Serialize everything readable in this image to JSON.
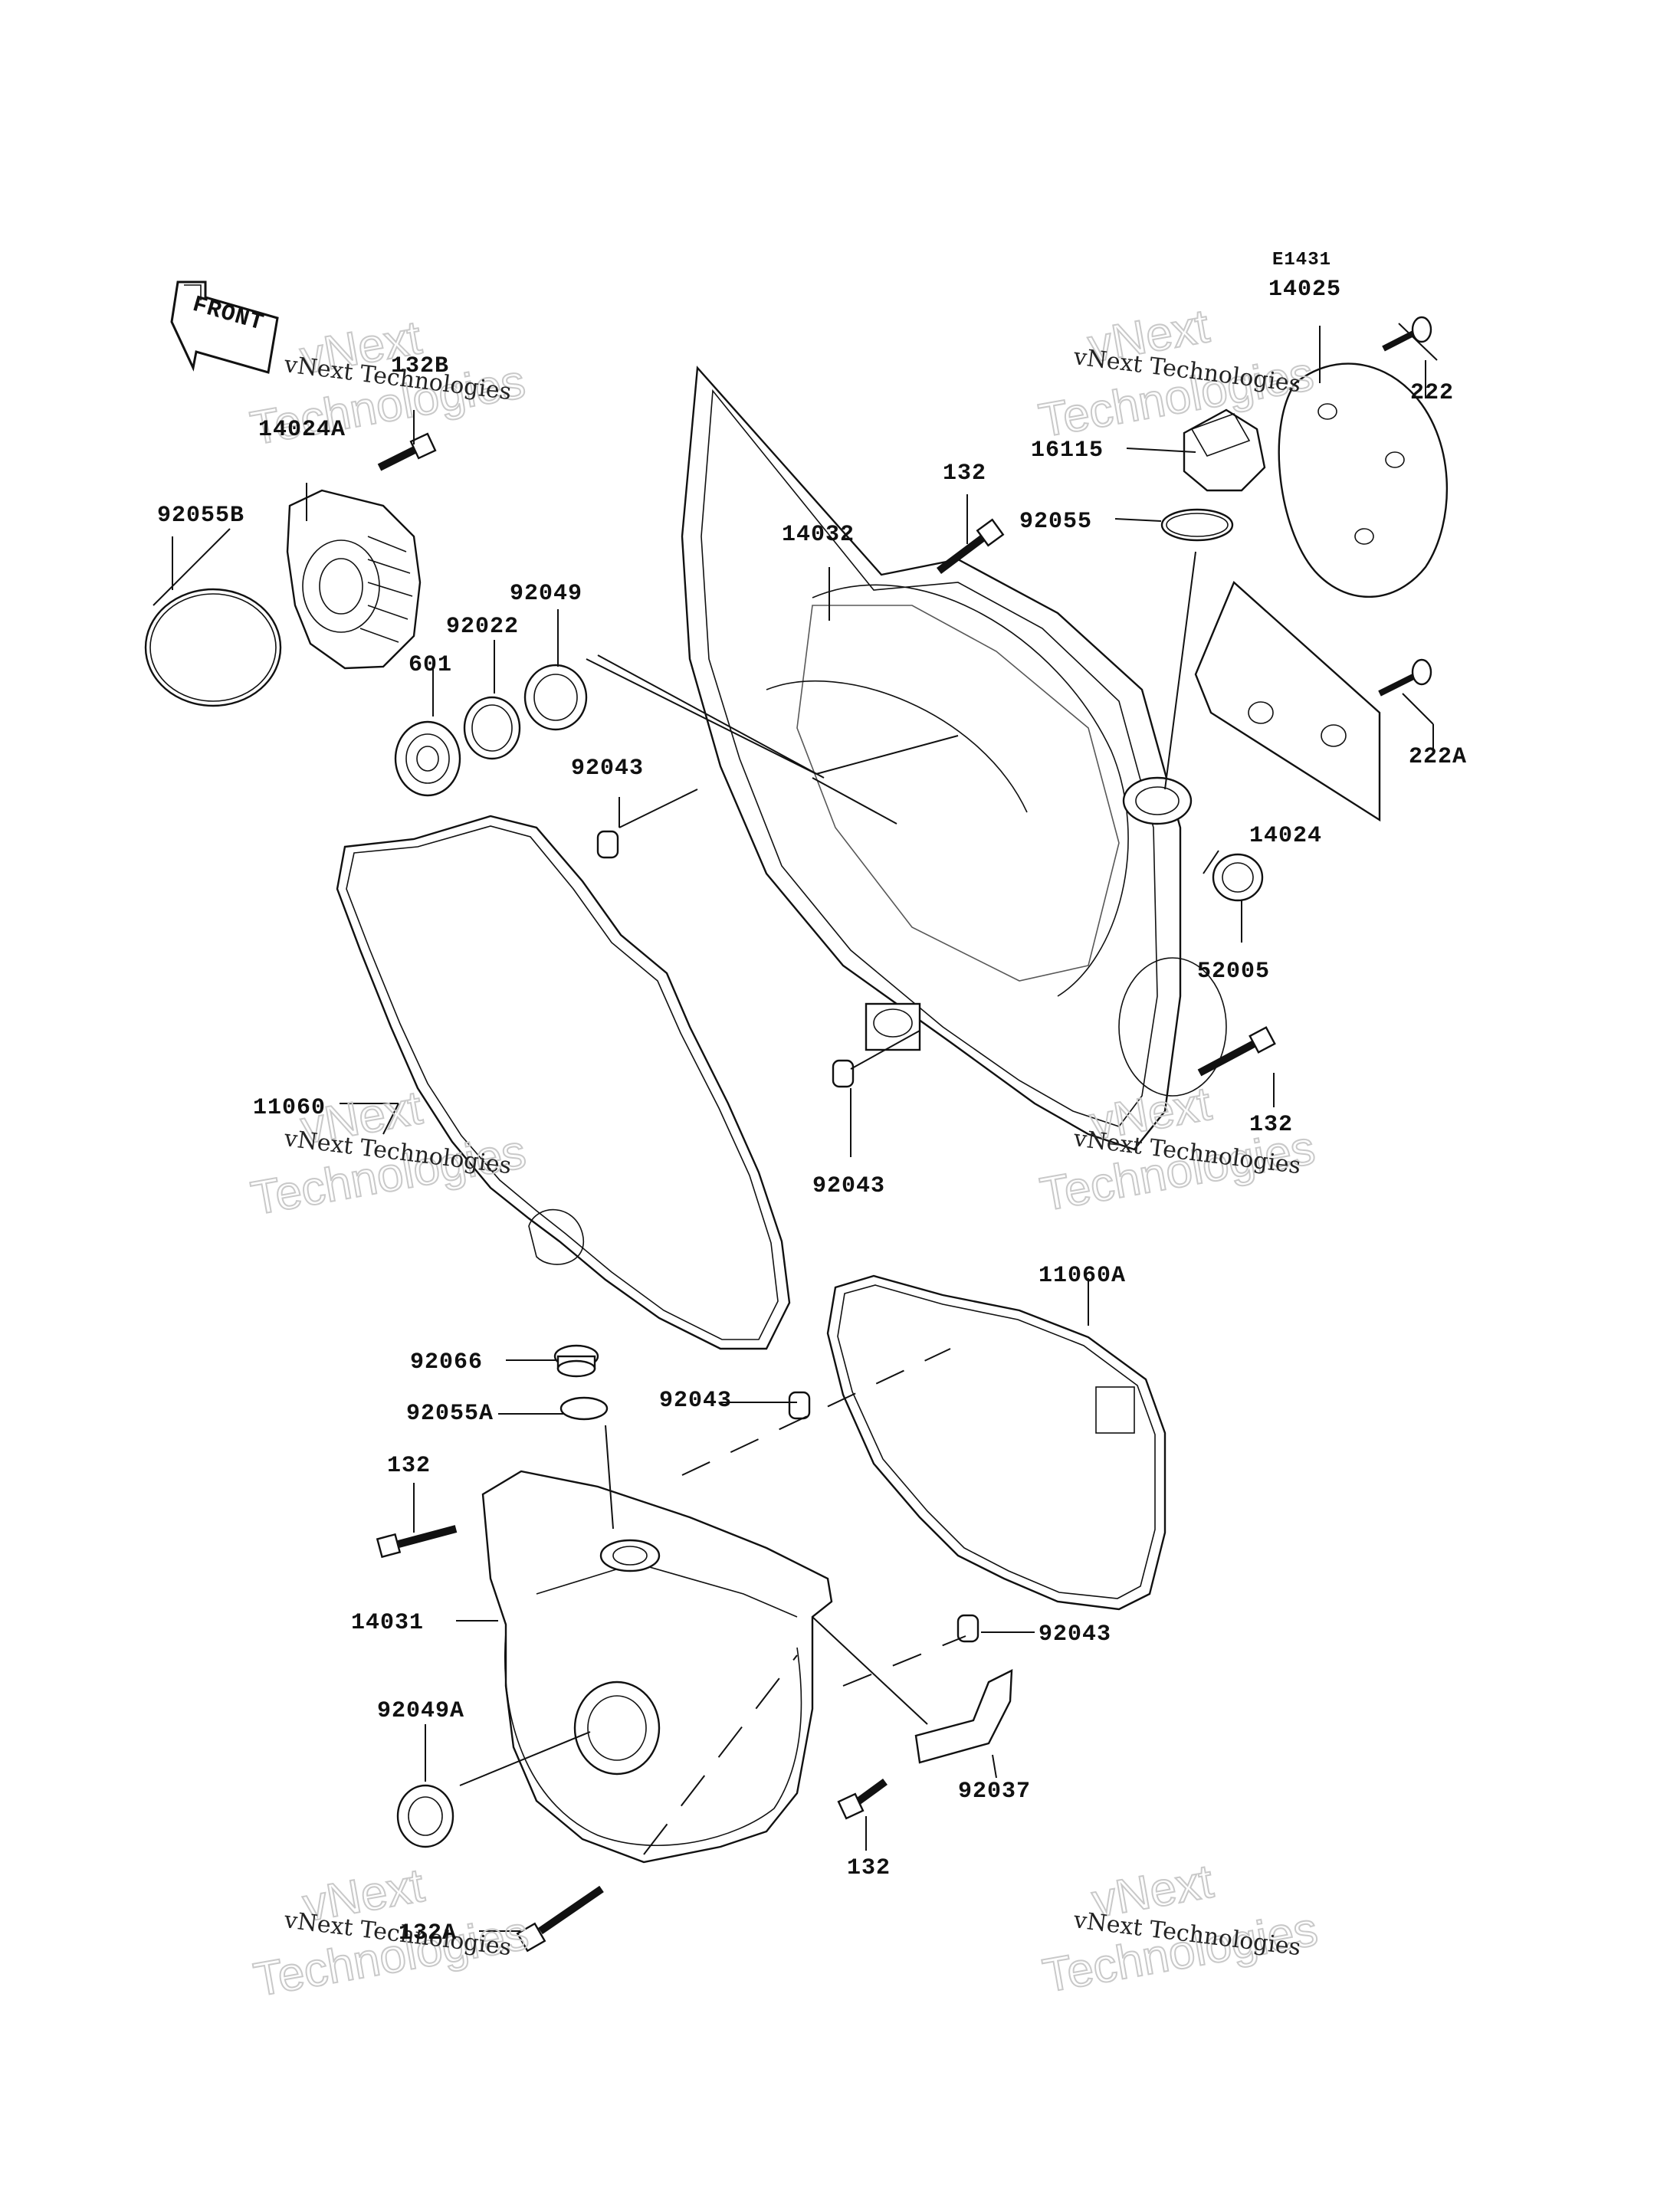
{
  "diagram_code": "E1431",
  "front_label": "FRONT",
  "watermark": {
    "line1": "vNext Technologies",
    "line2": "vNext",
    "line3": "Technologies"
  },
  "labels": {
    "p14025": "14025",
    "p222": "222",
    "p222A": "222A",
    "p16115": "16115",
    "p132_top": "132",
    "p92055": "92055",
    "p14032": "14032",
    "p132B": "132B",
    "p14024A": "14024A",
    "p92055B": "92055B",
    "p92049": "92049",
    "p92022": "92022",
    "p601": "601",
    "p92043_a": "92043",
    "p14024": "14024",
    "p52005": "52005",
    "p132_right": "132",
    "p11060": "11060",
    "p92043_b": "92043",
    "p11060A": "11060A",
    "p92066": "92066",
    "p92055A": "92055A",
    "p92043_c": "92043",
    "p132_left": "132",
    "p14031": "14031",
    "p92043_d": "92043",
    "p92049A": "92049A",
    "p92037": "92037",
    "p132_bottom": "132",
    "p132A": "132A"
  }
}
